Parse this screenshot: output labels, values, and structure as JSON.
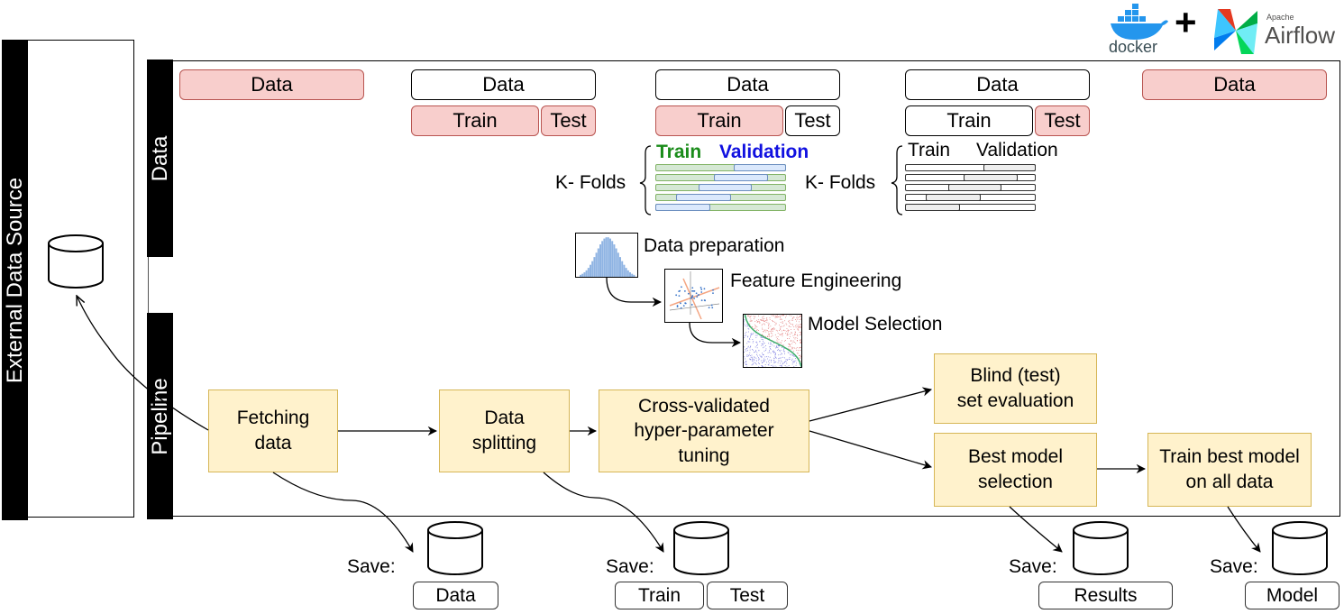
{
  "logos": {
    "docker": "docker",
    "plus": "+",
    "airflow_small": "Apache",
    "airflow": "Airflow"
  },
  "lanes": {
    "external": "External Data Source",
    "data": "Data",
    "pipeline": "Pipeline"
  },
  "data_row": {
    "col1": {
      "data": "Data"
    },
    "col2": {
      "data": "Data",
      "train": "Train",
      "test": "Test"
    },
    "col3": {
      "data": "Data",
      "train": "Train",
      "test": "Test"
    },
    "col4": {
      "data": "Data",
      "train": "Train",
      "test": "Test"
    },
    "col5": {
      "data": "Data"
    }
  },
  "kfolds": {
    "colored": {
      "label": "K- Folds",
      "train": "Train",
      "validation": "Validation",
      "train_color": "#1a8c1a",
      "validation_color": "#1010e0"
    },
    "plain": {
      "label": "K- Folds",
      "train": "Train",
      "validation": "Validation"
    }
  },
  "ml_steps": [
    {
      "label": "Data preparation",
      "icon": "histogram-icon"
    },
    {
      "label": "Feature Engineering",
      "icon": "pca-scatter-icon"
    },
    {
      "label": "Model Selection",
      "icon": "classifier-boundary-icon"
    }
  ],
  "pipeline": {
    "fetch": "Fetching\ndata",
    "split": "Data\nsplitting",
    "tuning": "Cross-validated\nhyper-parameter\ntuning",
    "blind": "Blind (test)\nset evaluation",
    "best": "Best model\nselection",
    "train_all": "Train best model\non all data"
  },
  "saves": [
    {
      "label": "Save:",
      "items": [
        "Data"
      ]
    },
    {
      "label": "Save:",
      "items": [
        "Train",
        "Test"
      ]
    },
    {
      "label": "Save:",
      "items": [
        "Results"
      ]
    },
    {
      "label": "Save:",
      "items": [
        "Model"
      ]
    }
  ],
  "colors": {
    "pink_fill": "#f8cecc",
    "pink_border": "#b85450",
    "step_fill": "#fff2cc",
    "step_border": "#d6b656",
    "green_fold": "#d5e8d4",
    "blue_fold": "#dae8fc"
  }
}
